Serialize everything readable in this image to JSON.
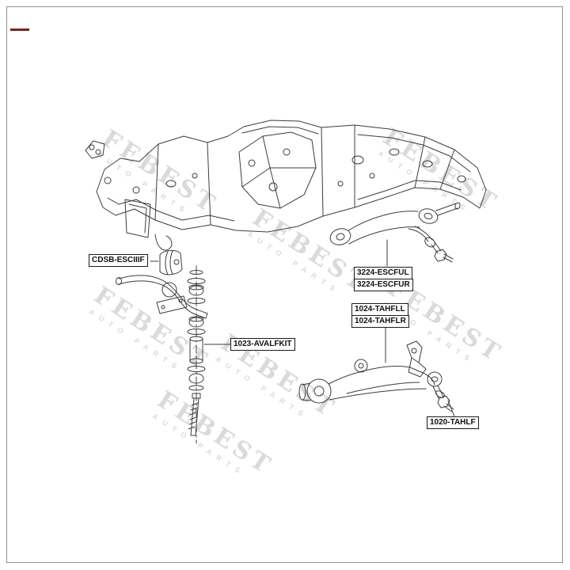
{
  "page": {
    "background": "#ffffff",
    "frame_color": "#8f8f8f",
    "registration_mark_color": "#7a2420"
  },
  "watermark": {
    "brand": "FEBEST",
    "tagline": "AUTO PARTS",
    "color": "#dadada"
  },
  "labels": {
    "stabilizer_bushing": "CDSB-ESCIIIF",
    "stabilizer_link_kit": "1023-AVALFKIT",
    "upper_arm_left": "3224-ESCFUL",
    "upper_arm_right": "3224-ESCFUR",
    "lower_arm_left": "1024-TAHFLL",
    "lower_arm_right": "1024-TAHFLR",
    "lower_ball_joint": "1020-TAHLF"
  }
}
